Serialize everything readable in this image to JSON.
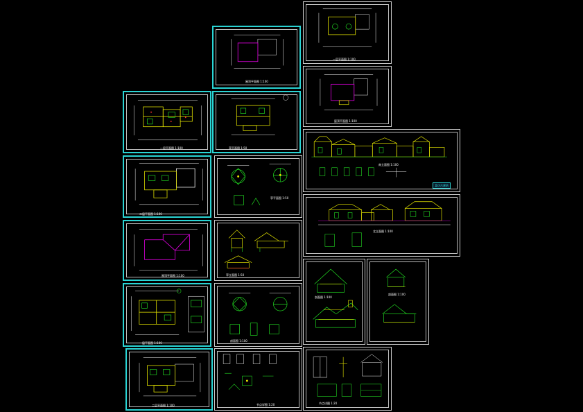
{
  "sheets": [
    {
      "id": "s01",
      "title": "一层平面图 1:100"
    },
    {
      "id": "s02",
      "title": "二层平面图 1:100"
    },
    {
      "id": "s03",
      "title": "屋顶平面图 1:100"
    },
    {
      "id": "s04",
      "title": "一层平面图 1:100"
    },
    {
      "id": "s05",
      "title": "二层平面图 1:100"
    },
    {
      "id": "s06",
      "title": "南立面图 1:100"
    },
    {
      "id": "s07",
      "title": "亭平面图 1:50"
    },
    {
      "id": "s08",
      "title": "北立面图 1:100"
    },
    {
      "id": "s09",
      "title": "屋顶平面图 1:100"
    },
    {
      "id": "s10",
      "title": "亭立面图 1:50"
    },
    {
      "id": "s11",
      "title": "剖面图 1:100"
    },
    {
      "id": "s12",
      "title": "一层平面图 1:100"
    },
    {
      "id": "s13",
      "title": "亭平面图 1:50"
    },
    {
      "id": "s14",
      "title": "剖面图 1:100"
    },
    {
      "id": "s15",
      "title": "剖面图 1:100"
    },
    {
      "id": "s16",
      "title": "二层平面图 1:100"
    },
    {
      "id": "s17",
      "title": "节点详图 1:20"
    },
    {
      "id": "s18",
      "title": "节点详图 1:20"
    }
  ],
  "title_block": {
    "line1": "某仿古建筑",
    "line2": "施工图"
  },
  "colors": {
    "background": "#000000",
    "sheet_border_cyan": "#2ad4d4",
    "sheet_border_white": "#cfcfcf",
    "line_yellow": "#e6e600",
    "line_green": "#22dd22",
    "line_magenta": "#d400d4",
    "line_white": "#ffffff",
    "line_red": "#ff3030",
    "line_cyan": "#2ad4d4"
  }
}
